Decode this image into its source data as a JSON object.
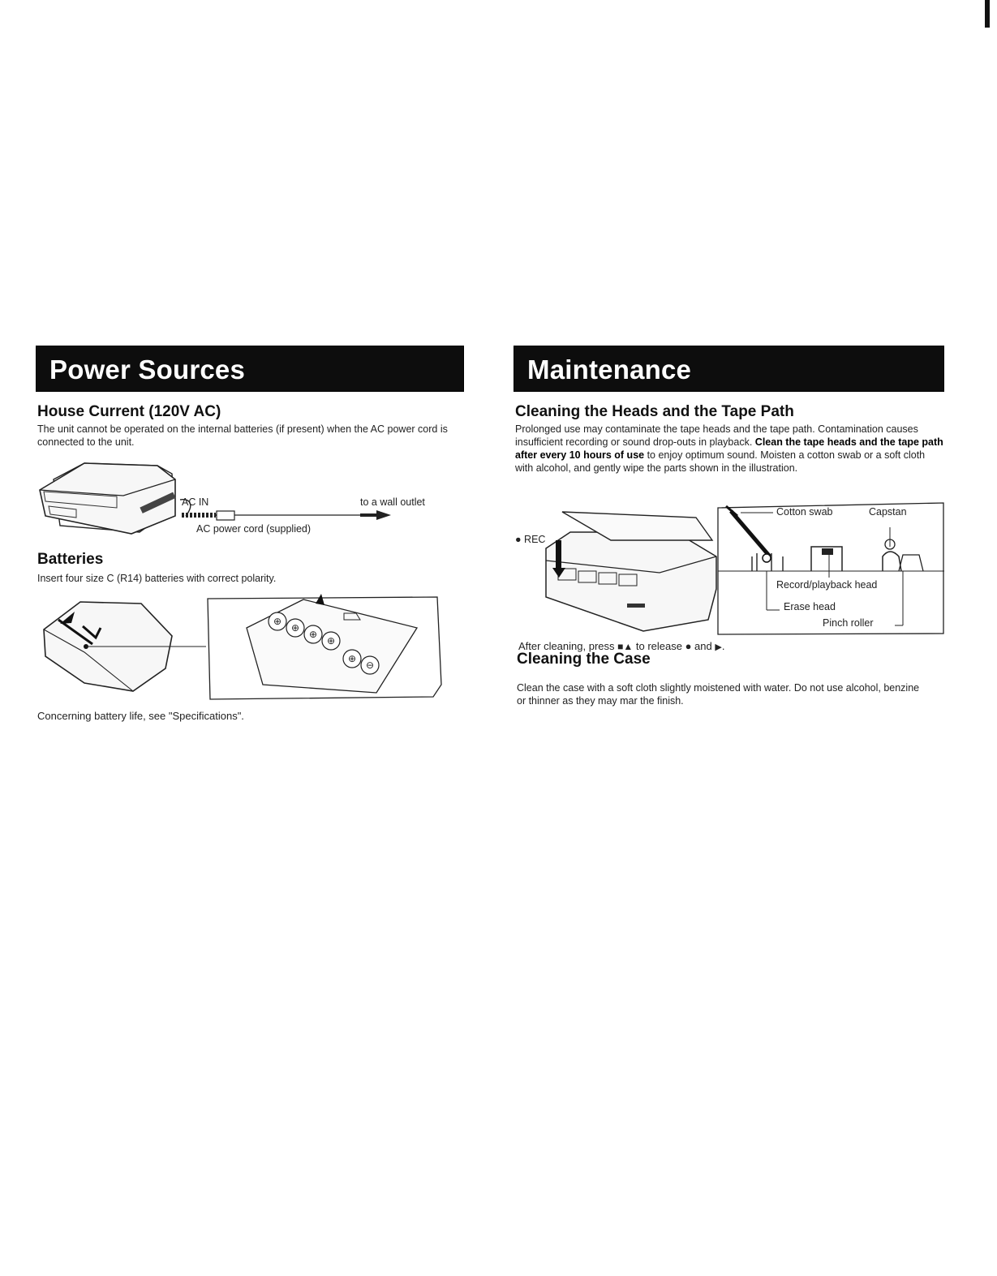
{
  "left": {
    "banner": "Power Sources",
    "house_current": {
      "heading": "House Current (120V AC)",
      "text": "The unit cannot be operated on the internal batteries (if present) when the AC power cord is connected to the unit.",
      "labels": {
        "ac_in": "AC IN",
        "wall_outlet": "to a wall outlet",
        "cord": "AC power cord (supplied)"
      }
    },
    "batteries": {
      "heading": "Batteries",
      "text": "Insert four size C (R14) batteries with correct polarity.",
      "note": "Concerning battery life, see \"Specifications\"."
    }
  },
  "right": {
    "banner": "Maintenance",
    "heads": {
      "heading": "Cleaning the Heads and the Tape Path",
      "text1": "Prolonged use may contaminate the tape heads and the tape path. Contamination causes insufficient recording or sound drop-outs in playback.",
      "bold": "Clean the tape heads and the tape path after every 10 hours of use",
      "text2": " to enjoy optimum sound. Moisten a cotton swab or a soft cloth with alcohol, and gently wipe the parts shown in the illustration.",
      "labels": {
        "rec": "REC",
        "cotton_swab": "Cotton swab",
        "capstan": "Capstan",
        "record_head": "Record/playback head",
        "erase_head": "Erase head",
        "pinch_roller": "Pinch roller"
      },
      "after_a": "After cleaning, press ",
      "after_b": " to release ",
      "after_c": " and "
    },
    "case": {
      "heading": "Cleaning the Case",
      "text": "Clean the case with a soft cloth slightly moistened with water. Do not use alcohol, benzine or thinner as they may mar the finish."
    }
  }
}
